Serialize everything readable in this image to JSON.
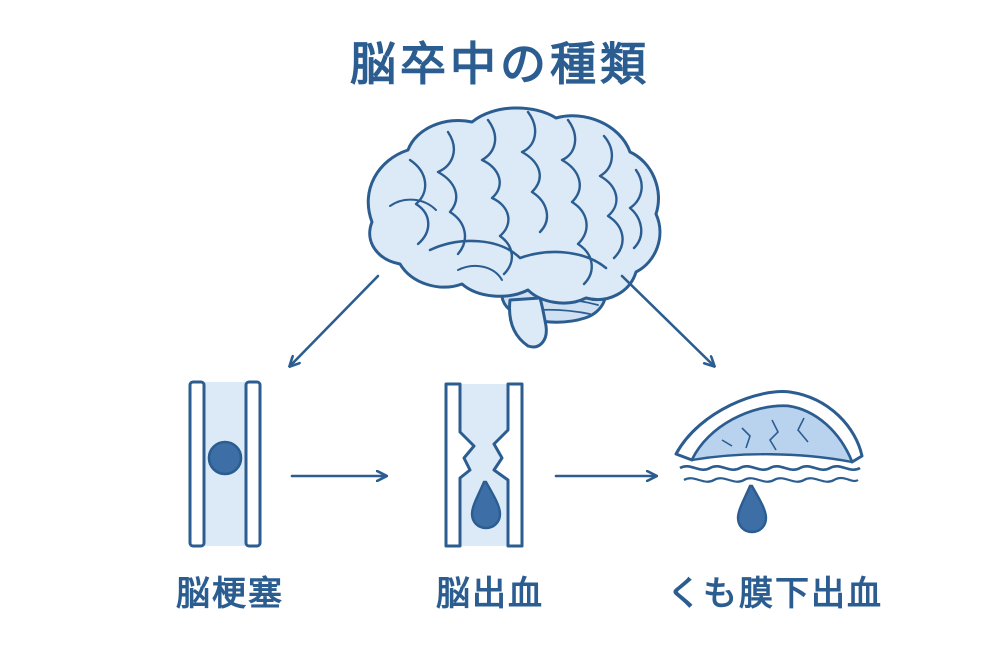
{
  "title": "脳卒中の種類",
  "labels": {
    "infarction": "脳梗塞",
    "hemorrhage": "脳出血",
    "subarachnoid": "くも膜下出血"
  },
  "colors": {
    "line": "#2b5d91",
    "fill_light": "#dce9f7",
    "fill_mid": "#b9d3ee",
    "clot": "#3d6fa6",
    "text": "#2b5d91"
  }
}
